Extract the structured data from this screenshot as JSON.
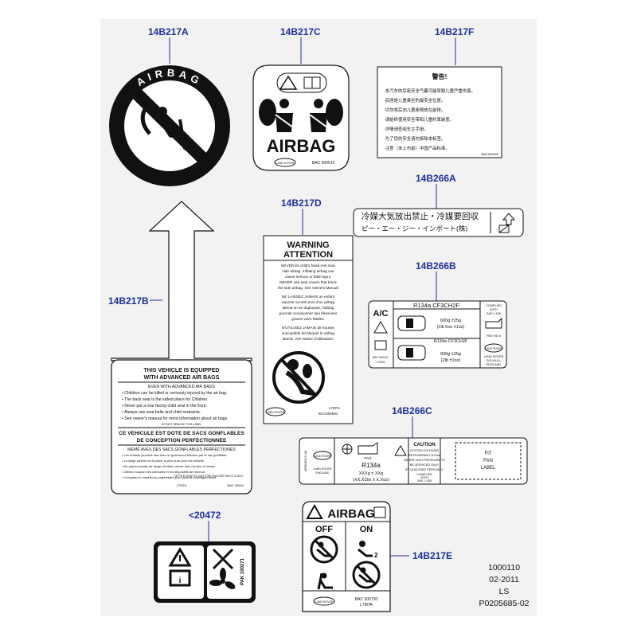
{
  "callouts": {
    "c14B217A": "14B217A",
    "c14B217C": "14B217C",
    "c14B217F": "14B217F",
    "c14B266A": "14B266A",
    "c14B217D": "14B217D",
    "c14B266B": "14B266B",
    "c14B217B": "14B217B",
    "c14B266C": "14B266C",
    "c20472": "<20472",
    "c14B217E": "14B217E"
  },
  "labelA": {
    "ring_text": "AIRBAG"
  },
  "labelC": {
    "title": "AIRBAG",
    "logo": "LAND ROVER",
    "code": "BAC 500510"
  },
  "labelF": {
    "title": "警告!",
    "lines": [
      "·本汽车的后座安全气囊可能导致儿童严重伤害。",
      "·后座是儿童乘坐的最安全位置。",
      "·切勿将后向儿童座椅放在前排。",
      "·请始终使用安全带和儿童约束装置。",
      "·详情请查阅车主手册。",
      "·为了您的安全请勿拆除本标签。",
      "·注意（未上市前）中国产品标准。"
    ],
    "code": "BAC500590"
  },
  "label266A": {
    "line1": "冷媒大気放出禁止・冷媒要回収",
    "line2": "ピー・エー・ジー・インポート(株)"
  },
  "labelD": {
    "heading1": "WARNING",
    "heading2": "ATTENTION",
    "en_lines": [
      "NEVER let child's head rest near",
      "side airbag. Inflating airbag can",
      "cause serious or fatal injury.",
      "NEVER use seat covers that block",
      "the side airbag. See Owners Manual"
    ],
    "fr_lines": [
      "NE LAISSEZ JAMAIS un enfant",
      "reposer sa tete pres d'un airbag",
      "lateral en se deployant, l'airbag",
      "pourrait occasionner des blessures",
      "graves voire fatales."
    ],
    "fr2_lines": [
      "N'UTILISEZ JAMAIS de housse",
      "susceptible de bloquer le airbag",
      "lateral. Voir Notice d'Utilisation."
    ],
    "logo": "LAND ROVER",
    "code1": "L7MTA",
    "code2": "BAC500691"
  },
  "label266B": {
    "ac": "A/C",
    "refrigerant": "R134a CF3CH2F",
    "compat": [
      "COMPLIES",
      "WITH",
      "SAE J 639"
    ],
    "pag": "PAG ND 8",
    "amount1": [
      "600g ±25g",
      "(1lb 5oz ±1oz)"
    ],
    "refrigerant2": "R134a CF3CH2F",
    "amount2": [
      "900g ±25g",
      "(2lb ±1oz)"
    ],
    "code": [
      "BAC 500447",
      "L7MTA"
    ],
    "maker": [
      "LAND ROVER",
      "SOLIHULL",
      "ENGLAND"
    ],
    "logo": "LAND ROVER"
  },
  "labelB": {
    "title": [
      "THIS VEHICLE IS EQUIPPED",
      "WITH ADVANCED AIR BAGS"
    ],
    "subtitle": "EVEN WITH ADVANCED AIR BAGS",
    "bullets": [
      "• Children can be killed or seriously injured by the air bag.",
      "• The back seat is the safest place for Children.",
      "• Never put a rear facing child seat in the front.",
      "• Always use seat belts and child restraints.",
      "• See owner's manual for more information about air bags."
    ],
    "note1": "DO NOT REMOVE THIS LABEL",
    "fr_title": [
      "CE VEHICULE EST DOTE DE SACS GONFLABLES",
      "DE CONCEPTION PERFECTIONNEE"
    ],
    "fr_subtitle": "MEME AVES DES SACS GONFLABLES PERFECTIONES",
    "fr_bullets": [
      "• Les enfants peuvent etre tues ou gravement blesses par le sac gonflable.",
      "• Le siege arriere est la place la plus sure pour les enfants.",
      "• Ne placez jamais de siege d'enfant oriente vers l'arriere a l'avant.",
      "• Utilisez toujours les ceintures et les dispositifs de retenue.",
      "• Consultez le manuel du proprietaire pour plus de renseignements."
    ],
    "note2": "CETTE ETIQUETTE DOIT ETRE ENLEVEE PAR LE CLIENT",
    "code1": "L7MTA",
    "code2": "BAC 50004"
  },
  "label266C": {
    "side_code": "AR/BUI8/0/J1.8A",
    "logo": "LAND ROVER",
    "maker": [
      "LAND ROVER",
      "ENGLAND"
    ],
    "pag": "PAG",
    "refrigerant": "R134a",
    "amount1": "XXXg ± XXg",
    "amount2": "(XX.X1bs ± X.Xoz)",
    "caution": "CAUTION",
    "caution_lines": [
      "SYSTEM CONTAINS",
      "REFRIGERANT R134a",
      "UNDER HIGH PRESSURE TO",
      "BE SERVICED ONLY",
      "BY QUALIFIED PERSONEL"
    ],
    "compat": [
      "COMPLIES",
      "WITH",
      "SAE J 639"
    ],
    "fan": [
      "FIT",
      "FAN",
      "LABEL"
    ]
  },
  "label20472": {
    "code": "PAK 100271"
  },
  "labelE": {
    "title": "AIRBAG",
    "off": "OFF",
    "on": "ON",
    "logo": "LAND ROVER",
    "code1": "BAC 500730",
    "code2": "L7MTA"
  },
  "reference": [
    "1000110",
    "02-2011",
    "LS",
    "P0205685-02"
  ]
}
